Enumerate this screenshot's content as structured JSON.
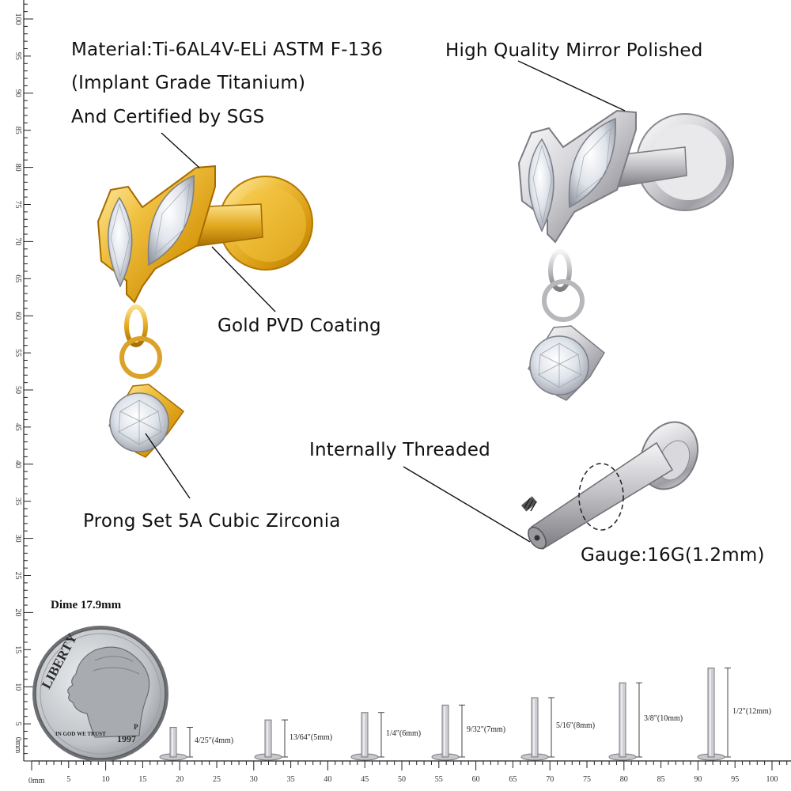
{
  "labels": {
    "material_line1": "Material:Ti-6AL4V-ELi ASTM F-136",
    "material_line2": "(Implant Grade Titanium)",
    "material_line3": "And Certified by SGS",
    "mirror": "High Quality Mirror Polished",
    "gold": "Gold PVD Coating",
    "threaded": "Internally Threaded",
    "prong": "Prong Set 5A Cubic Zirconia",
    "gauge": "Gauge:16G(1.2mm)",
    "dime": "Dime 17.9mm"
  },
  "coin": {
    "word": "LIBERTY",
    "motto": "IN GOD WE TRUST",
    "year": "1997",
    "mint": "P"
  },
  "ruler": {
    "unit": "0mm",
    "bottom_ticks": [
      "5",
      "10",
      "15",
      "20",
      "25",
      "30",
      "35",
      "40",
      "45",
      "50",
      "55",
      "60",
      "65",
      "70",
      "75",
      "80",
      "85",
      "90",
      "95",
      "100"
    ],
    "left_ticks": [
      "5",
      "10",
      "15",
      "20",
      "25",
      "30",
      "35",
      "40",
      "45",
      "50",
      "55",
      "60",
      "65",
      "70",
      "75",
      "80",
      "85",
      "90",
      "95",
      "100"
    ]
  },
  "sizes": [
    {
      "label": "4/25\"(4mm)",
      "mm": 4
    },
    {
      "label": "13/64\"(5mm)",
      "mm": 5
    },
    {
      "label": "1/4\"(6mm)",
      "mm": 6
    },
    {
      "label": "9/32\"(7mm)",
      "mm": 7
    },
    {
      "label": "5/16\"(8mm)",
      "mm": 8
    },
    {
      "label": "3/8\"(10mm)",
      "mm": 10
    },
    {
      "label": "1/2\"(12mm)",
      "mm": 12
    }
  ],
  "colors": {
    "gold": "#e0a820",
    "silver": "#c8c8cc"
  }
}
